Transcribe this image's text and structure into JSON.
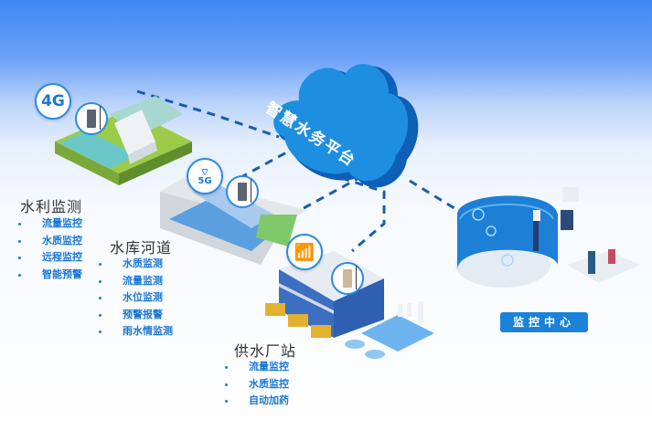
{
  "platform": {
    "title": "智慧水务平台",
    "icon": "cloud-icon"
  },
  "sections": {
    "hydraulic": {
      "title": "水利监测",
      "network_badge": "4G",
      "items": [
        "流量监控",
        "水质监控",
        "远程监控",
        "智能预警"
      ]
    },
    "reservoir": {
      "title": "水库河道",
      "network_badge": "5G",
      "items": [
        "水质监测",
        "流量监测",
        "水位监测",
        "预警报警",
        "雨水情监测"
      ]
    },
    "water_plant": {
      "title": "供水厂站",
      "network_badge": "wifi",
      "items": [
        "流量监控",
        "水质监控",
        "自动加药"
      ]
    }
  },
  "monitoring_center": {
    "label": "监控中心"
  },
  "colors": {
    "accent": "#1a78d6",
    "button": "#1a82d8",
    "cloud_light": "#1e8fe0",
    "cloud_dark": "#0d5fb8",
    "sky_top": "#3e87f5",
    "dashed_line": "#1a5ea8"
  }
}
